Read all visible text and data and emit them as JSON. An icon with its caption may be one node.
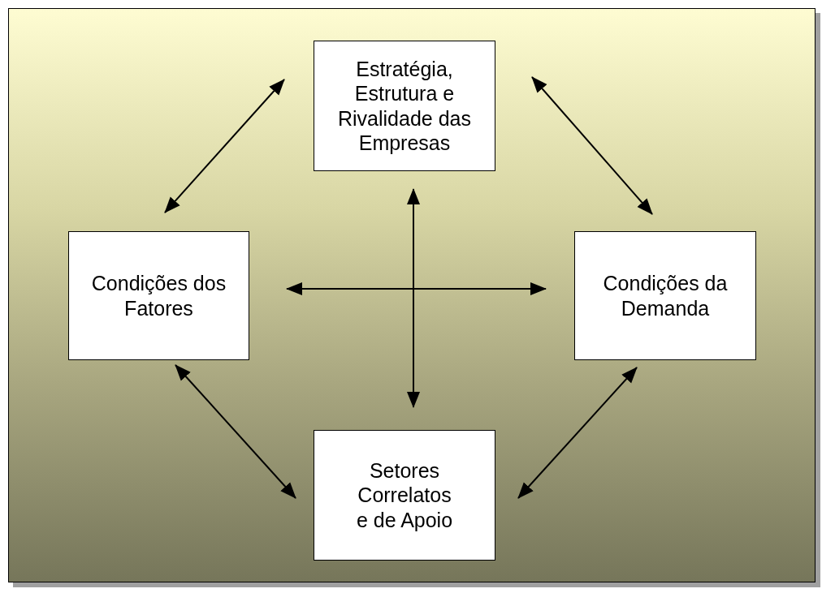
{
  "diagram": {
    "nodes": [
      {
        "text": [
          "Estratégia, Estrutura e Rivalidade das Empresas"
        ]
      },
      {
        "text": [
          "Condições dos Fatores"
        ]
      },
      {
        "text": [
          "Condições da Demanda"
        ]
      },
      {
        "text": [
          "Setores Correlatos e de Apoio"
        ]
      }
    ],
    "edges": [
      {
        "from": 0,
        "to": 1,
        "arrow": "both"
      },
      {
        "from": 0,
        "to": 2,
        "arrow": "both"
      },
      {
        "from": 0,
        "to": 3,
        "arrow": "both"
      },
      {
        "from": 1,
        "to": 2,
        "arrow": "both"
      },
      {
        "from": 1,
        "to": 3,
        "arrow": "both"
      },
      {
        "from": 2,
        "to": 3,
        "arrow": "both"
      }
    ]
  }
}
